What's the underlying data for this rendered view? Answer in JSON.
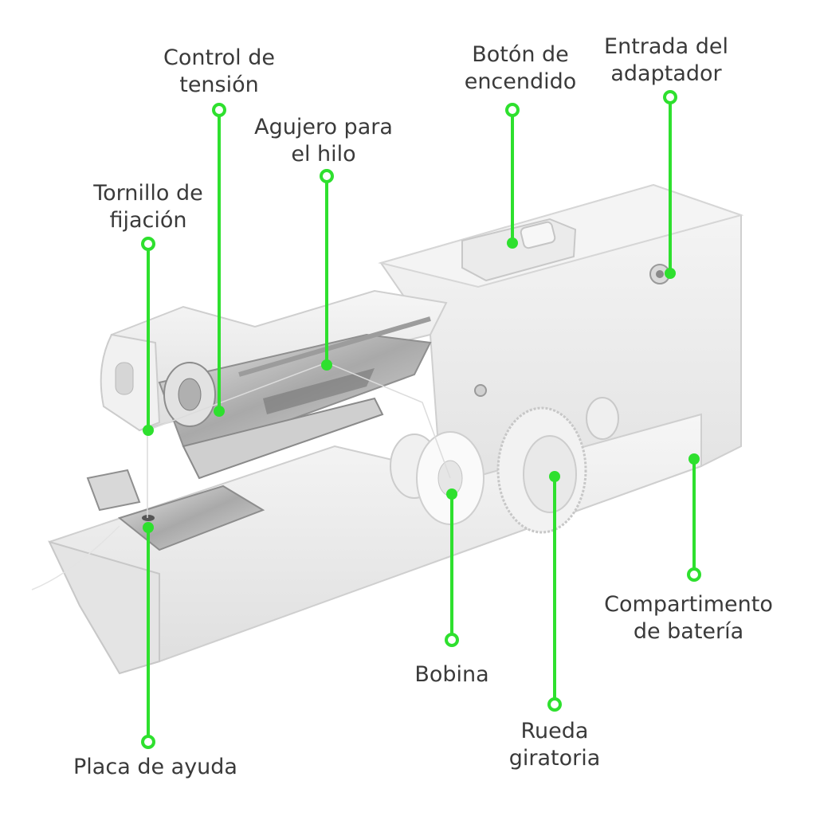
{
  "colors": {
    "leader": "#2ee02e",
    "label_text": "#3a3a3a",
    "machine_body": "#ededed",
    "machine_shadow": "#c9c9c9",
    "metal": "#b5b5b5"
  },
  "callouts": [
    {
      "id": "tension-control",
      "lines": [
        "Control de",
        "tensión"
      ]
    },
    {
      "id": "thread-hole",
      "lines": [
        "Agujero para",
        "el hilo"
      ]
    },
    {
      "id": "fixing-screw",
      "lines": [
        "Tornillo de",
        "fijación"
      ]
    },
    {
      "id": "power-button",
      "lines": [
        "Botón de",
        "encendido"
      ]
    },
    {
      "id": "adapter-input",
      "lines": [
        "Entrada del",
        "adaptador"
      ]
    },
    {
      "id": "battery-compartment",
      "lines": [
        "Compartimento",
        "de batería"
      ]
    },
    {
      "id": "bobbin",
      "lines": [
        "Bobina"
      ]
    },
    {
      "id": "rotary-wheel",
      "lines": [
        "Rueda",
        "giratoria"
      ]
    },
    {
      "id": "help-plate",
      "lines": [
        "Placa de ayuda"
      ]
    }
  ]
}
